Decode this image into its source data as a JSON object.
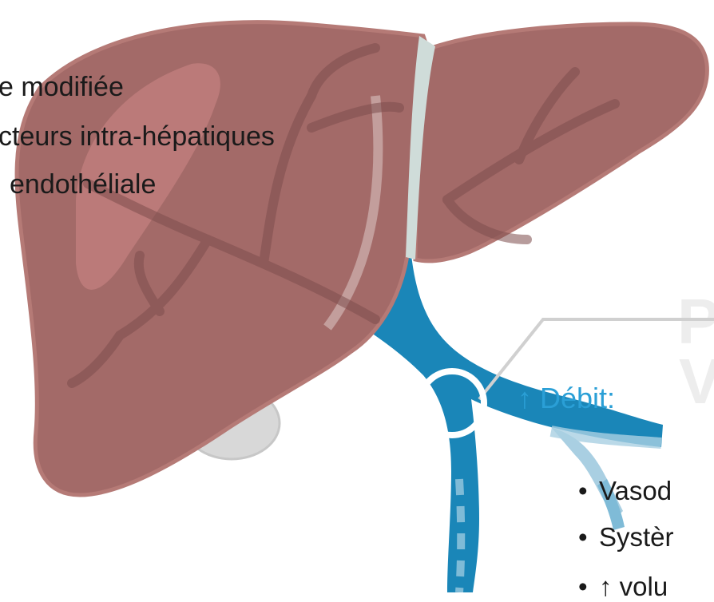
{
  "liver_labels": {
    "line1": "e modifiée",
    "line2": "cteurs intra-hépatiques",
    "line3": "endothéliale"
  },
  "flow": {
    "label": "↑ Débit:",
    "bullets": [
      "Vasod",
      "Systèr",
      "↑ volu"
    ]
  },
  "faded_heading": {
    "line1": "P",
    "line2": "V"
  },
  "colors": {
    "liver_fill": "#a36a68",
    "liver_edge": "#b57a76",
    "vein_blue": "#1a86b8",
    "vein_light": "#a9cfe2",
    "accent_text": "#2a9fd6"
  }
}
